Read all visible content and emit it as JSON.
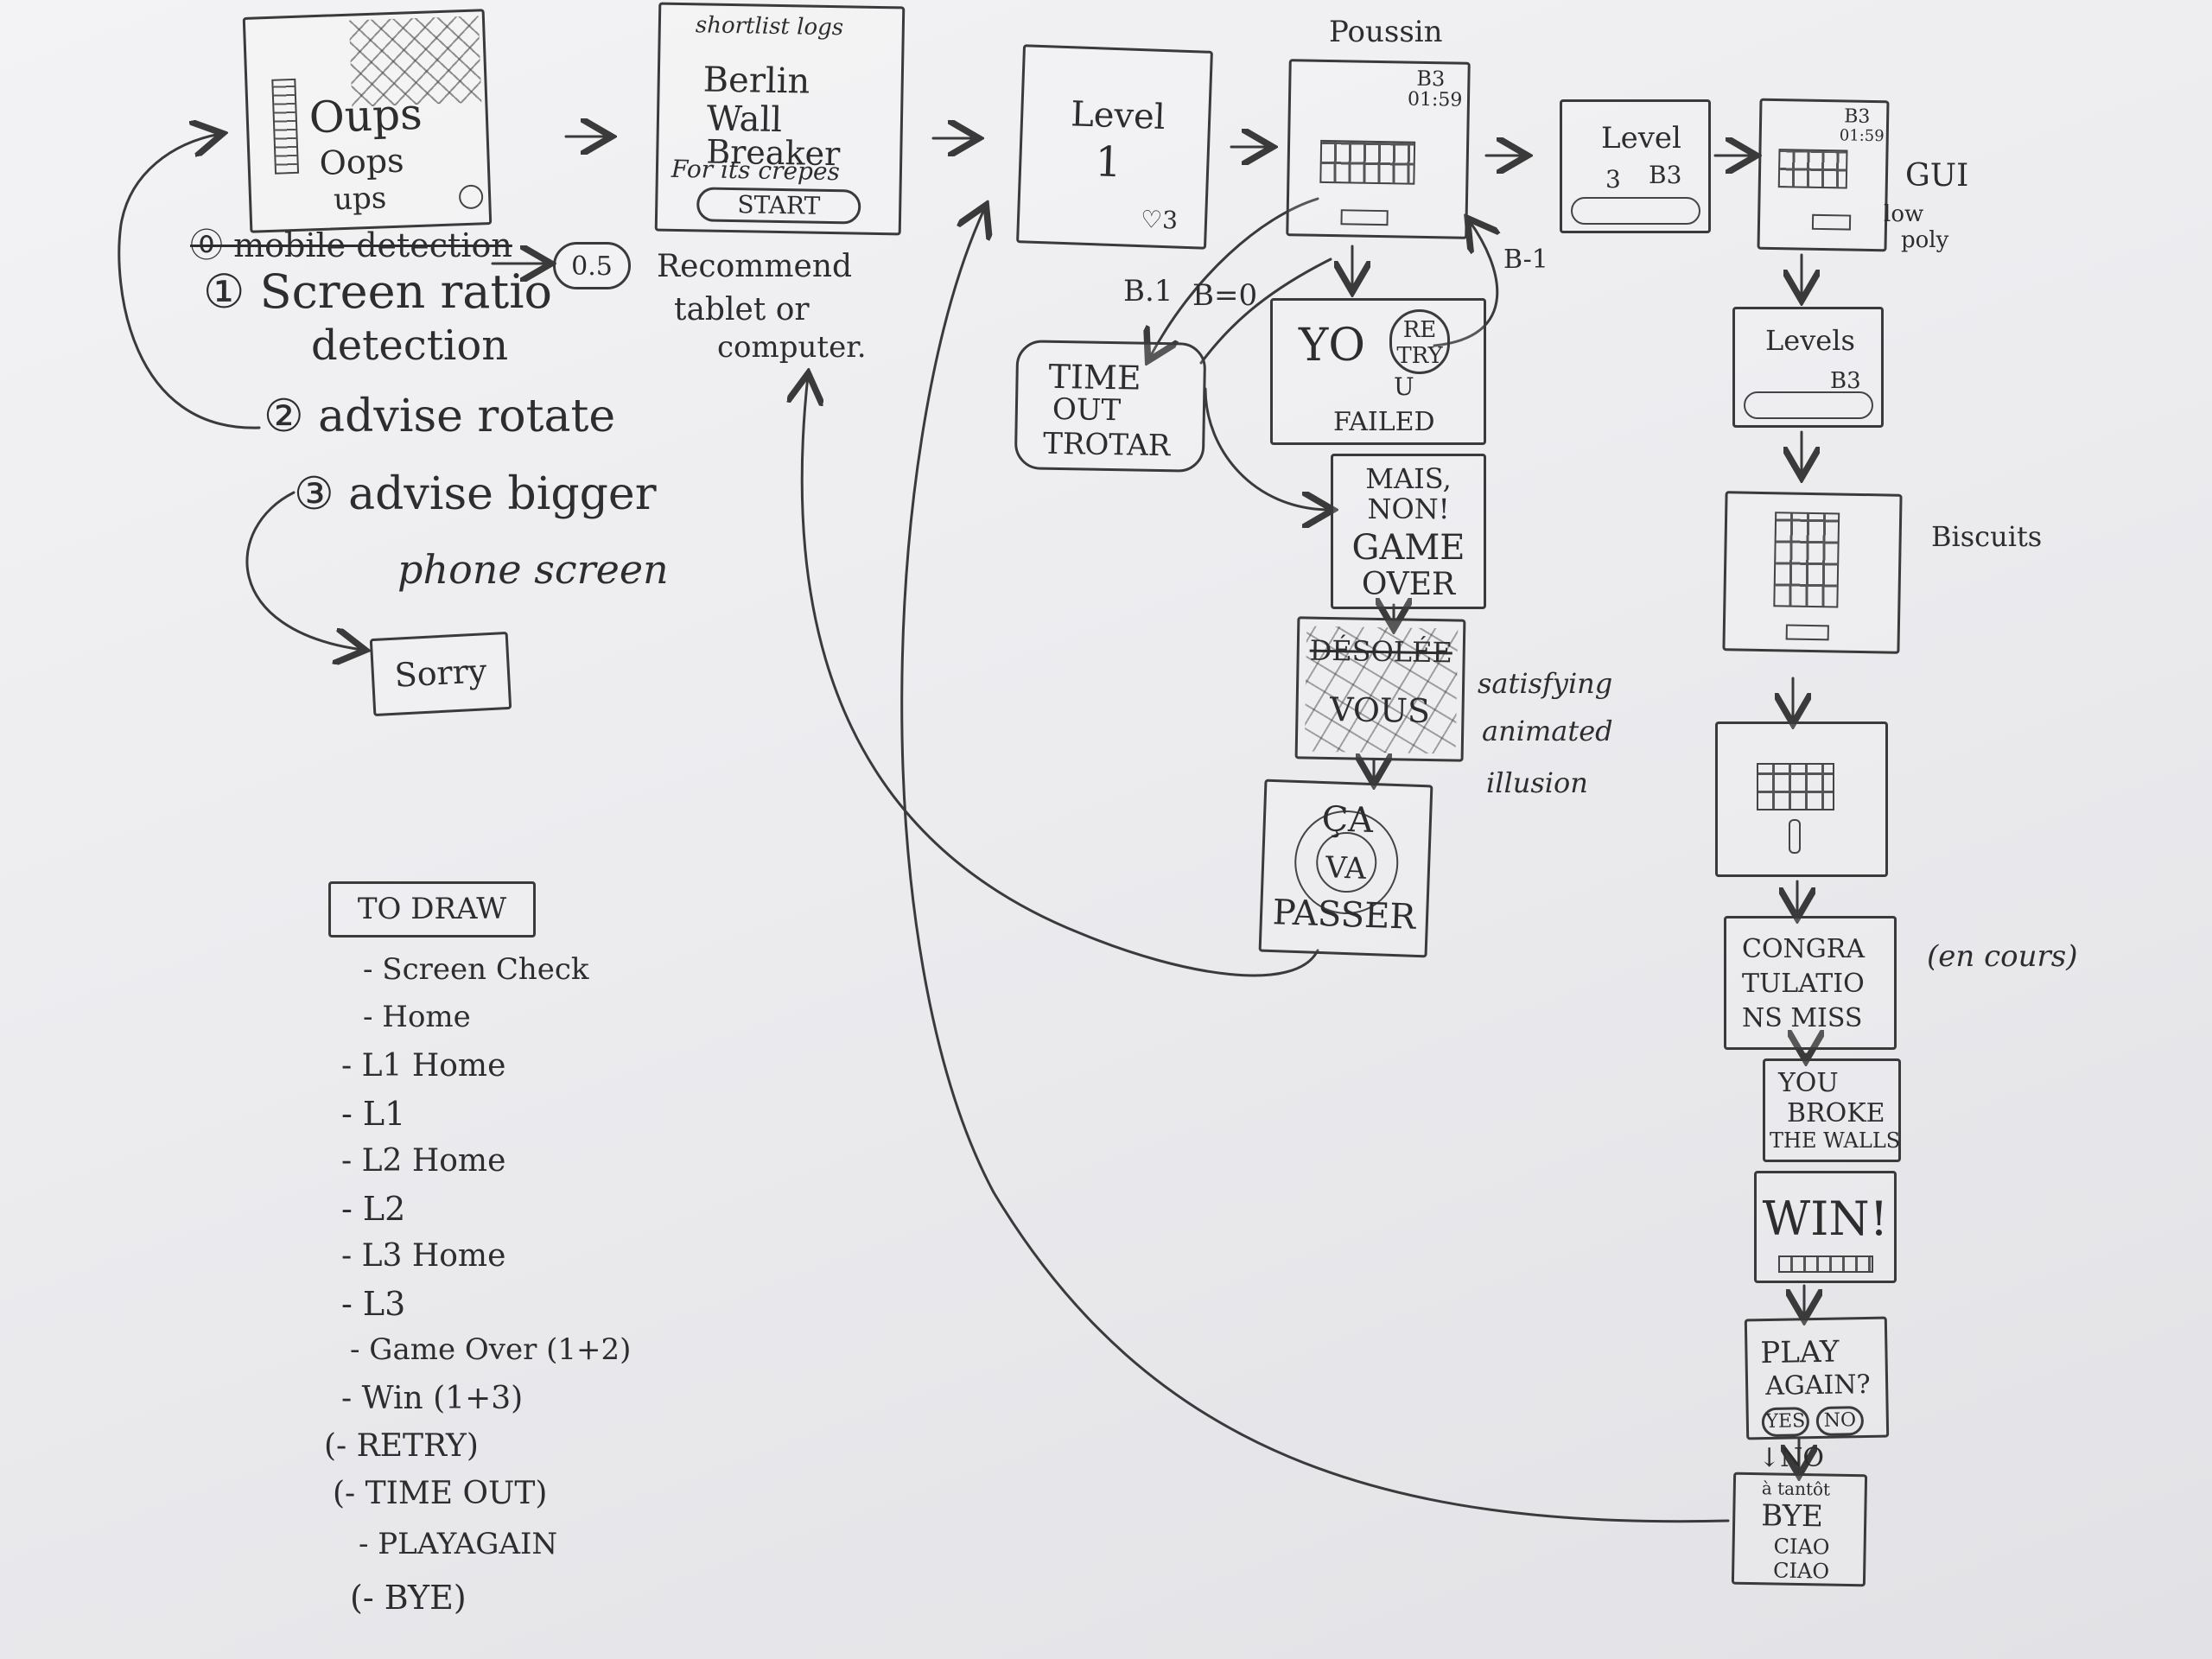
{
  "oups": {
    "line1": "Oups",
    "line2": "Oops",
    "line3": "ups"
  },
  "notes_left": {
    "mobile": "⓪ mobile detection",
    "ratio": "① Screen ratio",
    "ratio2": "detection",
    "rotate": "② advise rotate",
    "bigger": "③ advise bigger",
    "bigger2": "phone screen",
    "sorry": "Sorry",
    "step_half": "0.5",
    "recommend": "Recommend",
    "recommend2": "tablet or",
    "recommend3": "computer."
  },
  "title_screen": {
    "shortlist": "shortlist logs",
    "berlin": "Berlin",
    "wall": "Wall",
    "breaker": "Breaker",
    "for_crepes": "For its crepes",
    "start": "START"
  },
  "level1": {
    "title": "Level",
    "number": "1",
    "lives": "♡3"
  },
  "poussin": {
    "label": "Poussin",
    "b3": "B3",
    "timer": "01:59"
  },
  "level3": {
    "title": "Level",
    "number": "3",
    "b3": "B3"
  },
  "gui": {
    "b3": "B3",
    "timer": "01:59",
    "label": "GUI",
    "low": "low",
    "poly": "poly"
  },
  "levels3": {
    "title": "Levels",
    "b3": "B3"
  },
  "biscuits": {
    "label": "Biscuits"
  },
  "congrats": {
    "line1": "CONGRA",
    "line2": "TULATIO",
    "line3": "NS MISS",
    "side": "(en cours)"
  },
  "broke": {
    "line1": "YOU",
    "line2": "BROKE",
    "line3": "THE WALLS"
  },
  "win": {
    "text": "WIN!"
  },
  "play_again": {
    "line1": "PLAY",
    "line2": "AGAIN?",
    "yes": "YES",
    "no": "NO"
  },
  "no_label": "↓NO",
  "bye": {
    "top": "à tantôt",
    "bye": "BYE",
    "ciao1": "CIAO",
    "ciao2": "CIAO"
  },
  "fail": {
    "b1": "B.1",
    "b0": "B=0",
    "time_out": "TIME",
    "time_out2": "OUT",
    "trotar": "TROTAR",
    "you": "YO",
    "u": "U",
    "retry1": "RE",
    "retry2": "TRY",
    "failed": "FAILED",
    "b_minus": "B-1"
  },
  "game_over": {
    "line1": "MAIS,",
    "line2": "NON!",
    "line3": "GAME",
    "line4": "OVER"
  },
  "desolee": {
    "line1": "DÉSOLÉE",
    "line2": "VOUS"
  },
  "satisfying": {
    "line1": "satisfying",
    "line2": "animated",
    "line3": "illusion"
  },
  "ca_va": {
    "line1": "ÇA",
    "line2": "VA",
    "line3": "PASSER"
  },
  "todo": {
    "title": "TO DRAW",
    "items": [
      "- Screen Check",
      "- Home",
      "- L1 Home",
      "- L1",
      "- L2 Home",
      "- L2",
      "- L3 Home",
      "- L3",
      "- Game Over (1+2)",
      "- Win (1+3)",
      "(- RETRY)",
      "(- TIME OUT)",
      "- PLAYAGAIN",
      "(- BYE)"
    ]
  },
  "colors": {
    "ink": "#3a3a3a",
    "paper": "#ececef"
  }
}
